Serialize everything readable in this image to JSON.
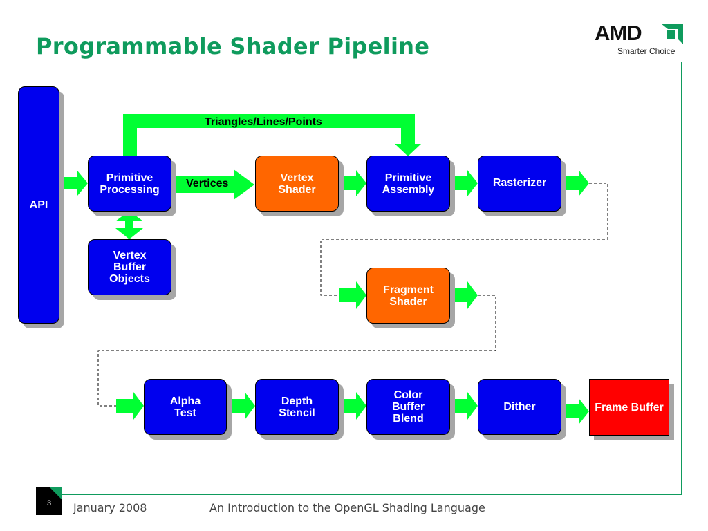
{
  "slide": {
    "title": "Programmable Shader Pipeline",
    "logo_text": "AMD",
    "logo_tagline": "Smarter Choice",
    "page_number": "3",
    "footer_date": "January 2008",
    "footer_title": "An Introduction to the OpenGL Shading Language"
  },
  "diagram": {
    "api": "API",
    "primitive_processing": "Primitive\nProcessing",
    "vertex_buffer_objects": "Vertex\nBuffer\nObjects",
    "vertex_shader": "Vertex\nShader",
    "primitive_assembly": "Primitive\nAssembly",
    "rasterizer": "Rasterizer",
    "fragment_shader": "Fragment\nShader",
    "alpha_test": "Alpha\nTest",
    "depth_stencil": "Depth\nStencil",
    "color_buffer_blend": "Color\nBuffer\nBlend",
    "dither": "Dither",
    "frame_buffer": "Frame Buffer",
    "label_triangles": "Triangles/Lines/Points",
    "label_vertices": "Vertices"
  },
  "colors": {
    "title_green": "#0f9b5d",
    "arrow_green": "#00ff33",
    "box_blue": "#0000ee",
    "box_orange": "#ff6600",
    "box_red": "#ff0000",
    "shadow_gray": "#a6a6a6"
  }
}
